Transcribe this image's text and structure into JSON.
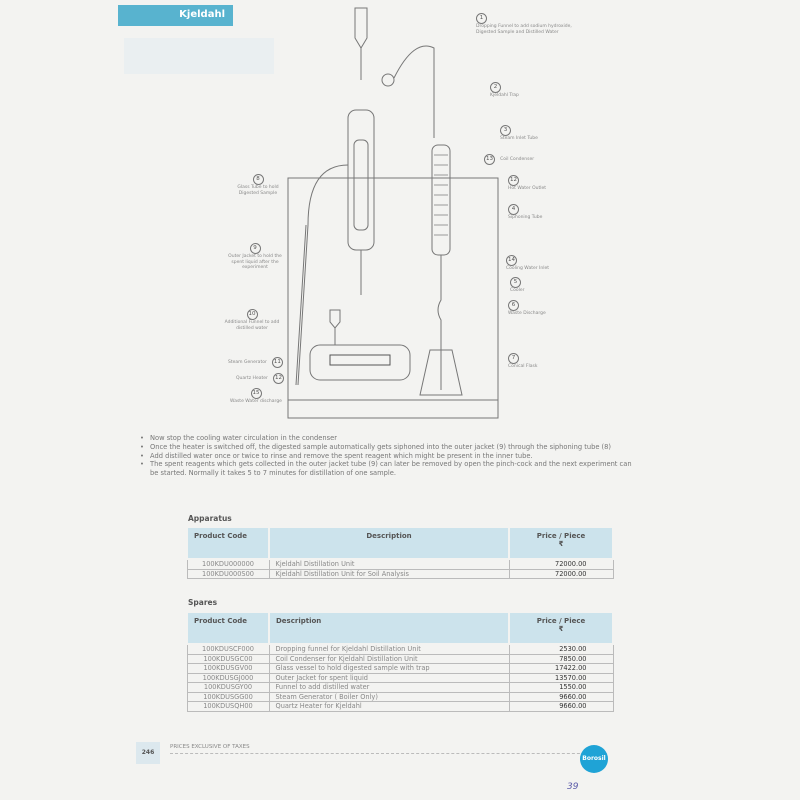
{
  "header": {
    "title": "Kjeldahl"
  },
  "diagram": {
    "labels_right": [
      {
        "num": "1",
        "text": "Dropping Funnel to add sodium hydroxide, Digested Sample and Distilled Water"
      },
      {
        "num": "2",
        "text": "Kjeldahl Trap"
      },
      {
        "num": "3",
        "text": "Steam Inlet Tube"
      },
      {
        "num": "13",
        "text": "Coil Condenser"
      },
      {
        "num": "12",
        "text": "Hot Water Outlet"
      },
      {
        "num": "4",
        "text": "Siphoning Tube"
      },
      {
        "num": "14",
        "text": "Cooling Water Inlet"
      },
      {
        "num": "5",
        "text": "Cooler"
      },
      {
        "num": "6",
        "text": "Waste Discharge"
      },
      {
        "num": "7",
        "text": "Conical Flask"
      }
    ],
    "labels_left": [
      {
        "num": "8",
        "text": "Glass Tube to hold Digested Sample"
      },
      {
        "num": "9",
        "text": "Outer Jacket to hold the spent liquid after the experiment"
      },
      {
        "num": "10",
        "text": "Additional Funnel to add distilled water"
      },
      {
        "num": "11",
        "text": "Steam Generator"
      },
      {
        "num": "12",
        "text": "Quartz Heater"
      },
      {
        "num": "15",
        "text": "Waste Water discharge"
      }
    ]
  },
  "bullets": [
    "Now stop the cooling water circulation in the condenser",
    "Once the heater is switched off, the digested sample automatically gets siphoned into the outer jacket (9) through the siphoning tube (8)",
    "Add distilled water once or twice to rinse and remove the spent reagent which might be present in the inner tube.",
    "The spent reagents which gets collected in the outer jacket tube (9) can later be removed by open the pinch-cock and the next experiment can be started. Normally it takes 5 to 7 minutes for distillation of one sample."
  ],
  "apparatus": {
    "title": "Apparatus",
    "headers": [
      "Product Code",
      "Description",
      "Price / Piece",
      "₹"
    ],
    "rows": [
      [
        "100KDU000000",
        "Kjeldahl Distillation Unit",
        "72000.00"
      ],
      [
        "100KDU000S00",
        "Kjeldahl Distillation Unit for Soil Analysis",
        "72000.00"
      ]
    ]
  },
  "spares": {
    "title": "Spares",
    "headers": [
      "Product Code",
      "Description",
      "Price / Piece",
      "₹"
    ],
    "rows": [
      [
        "100KDUSCF000",
        "Dropping funnel  for Kjeldahl Distillation Unit",
        "2530.00"
      ],
      [
        "100KDUSGC00",
        "Coil Condenser for Kjeldahl Distillation Unit",
        "7850.00"
      ],
      [
        "100KDUSGV00",
        "Glass vessel to hold digested sample with trap",
        "17422.00"
      ],
      [
        "100KDUSGJ000",
        "Outer Jacket for spent liquid",
        "13570.00"
      ],
      [
        "100KDUSGY00",
        "Funnel to add distilled water",
        "1550.00"
      ],
      [
        "100KDUSGG00",
        "Steam Generator ( Boiler Only)",
        "9660.00"
      ],
      [
        "100KDUSQH00",
        "Quartz Heater for Kjeldahl",
        "9660.00"
      ]
    ]
  },
  "footer": {
    "page": "246",
    "note": "PRICES EXCLUSIVE OF TAXES",
    "logo": "Borosil",
    "handwritten": "39"
  }
}
